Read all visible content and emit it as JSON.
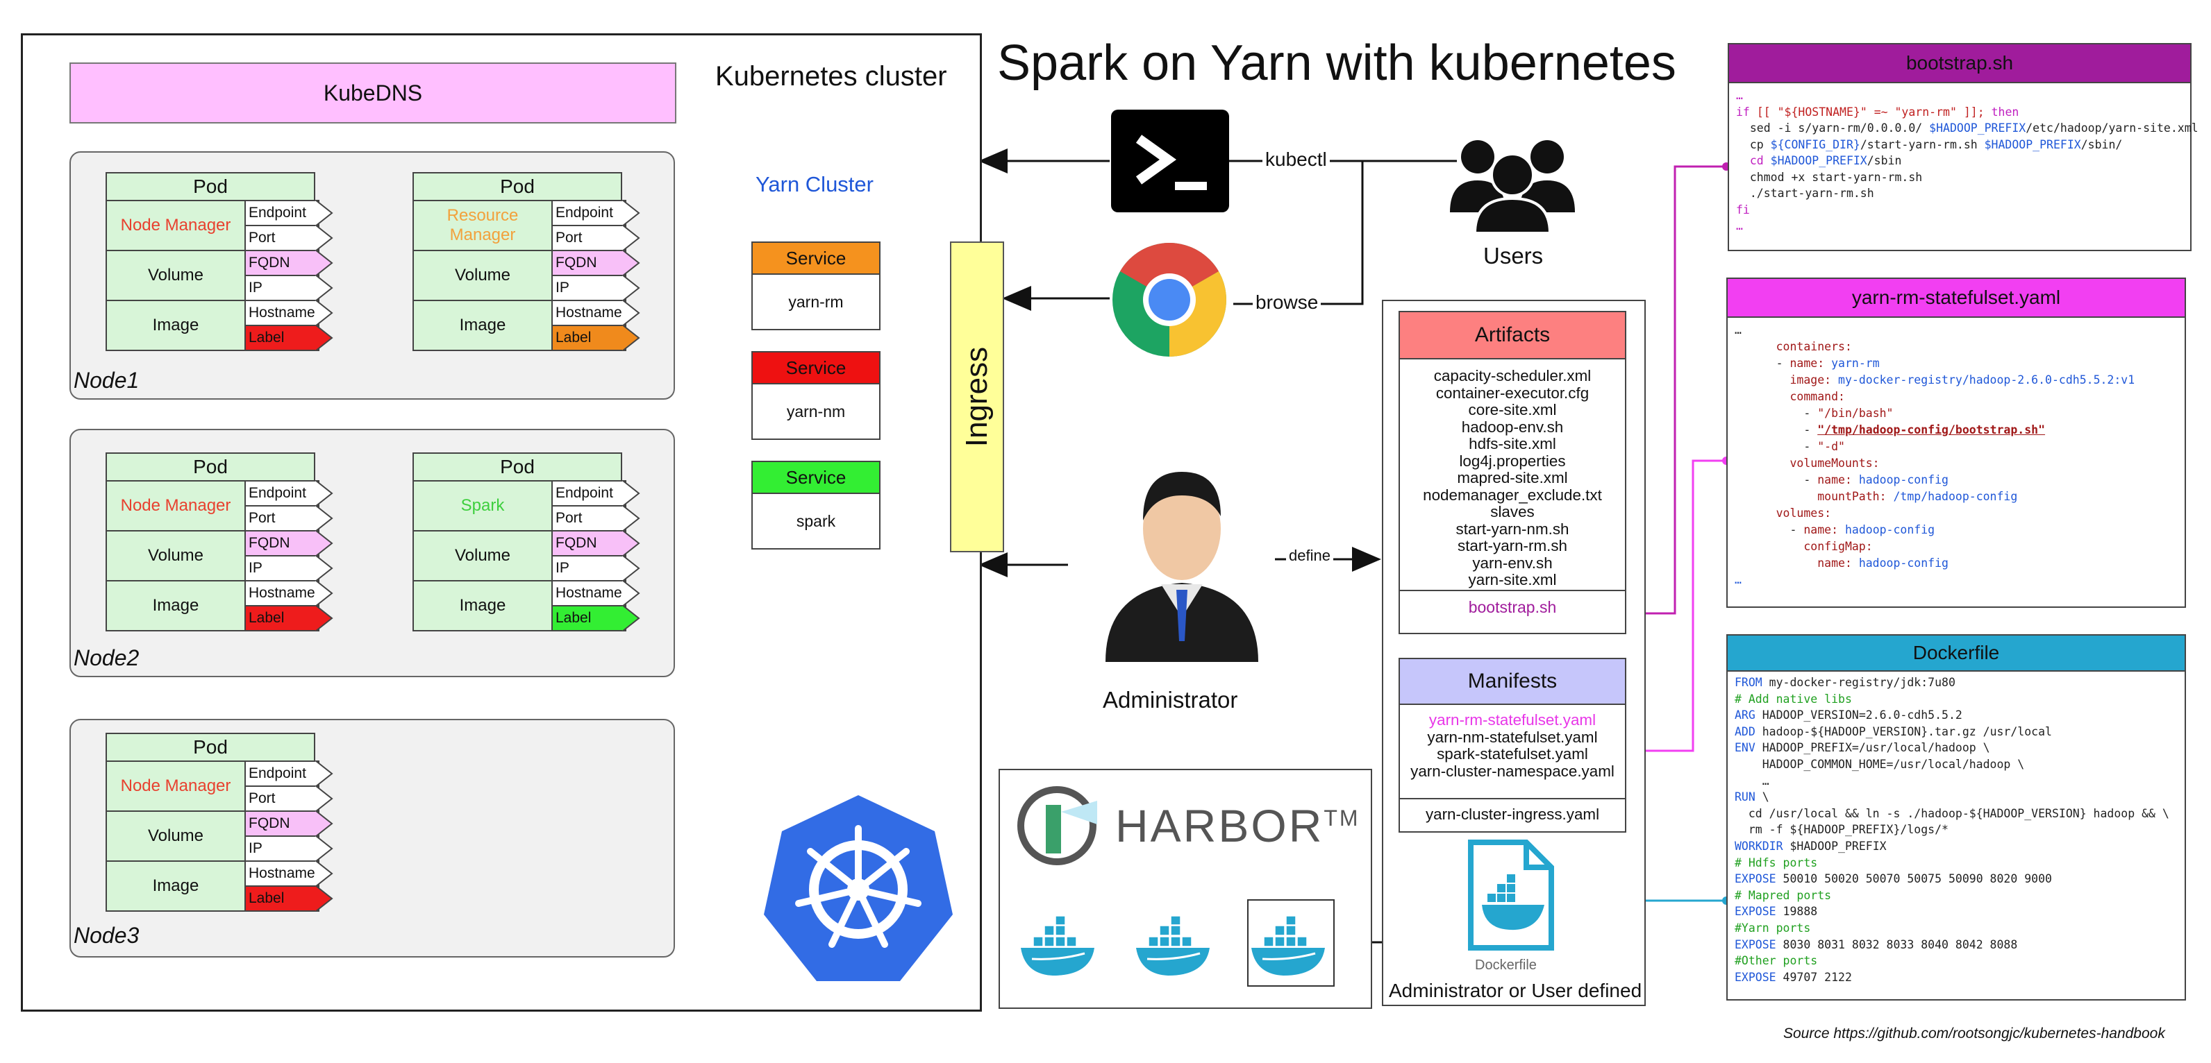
{
  "title": "Spark on Yarn with kubernetes",
  "cluster_label": "Kubernetes cluster",
  "kubedns": "KubeDNS",
  "yarn_cluster": "Yarn Cluster",
  "nodes": [
    "Node1",
    "Node2",
    "Node3"
  ],
  "pods": [
    {
      "title": "Pod",
      "app": "Node Manager",
      "app_color": "#e8412f",
      "label_color": "#ee1c1c"
    },
    {
      "title": "Pod",
      "app": "Resource Manager",
      "app_color": "#f2a13c",
      "label_color": "#f08a1c"
    },
    {
      "title": "Pod",
      "app": "Node Manager",
      "app_color": "#e8412f",
      "label_color": "#ee1c1c"
    },
    {
      "title": "Pod",
      "app": "Spark",
      "app_color": "#3ecf3e",
      "label_color": "#33ee33"
    },
    {
      "title": "Pod",
      "app": "Node Manager",
      "app_color": "#e8412f",
      "label_color": "#ee1c1c"
    }
  ],
  "pod_fields": {
    "endpoint": "Endpoint",
    "port": "Port",
    "fqdn": "FQDN",
    "ip": "IP",
    "hostname": "Hostname",
    "label": "Label",
    "volume": "Volume",
    "image": "Image"
  },
  "services": [
    {
      "head": "Service",
      "name": "yarn-rm",
      "color": "#f5921e"
    },
    {
      "head": "Service",
      "name": "yarn-nm",
      "color": "#ee1111"
    },
    {
      "head": "Service",
      "name": "spark",
      "color": "#33ee33"
    }
  ],
  "ingress": "Ingress",
  "edges": {
    "kubectl": "kubectl",
    "browse": "browse",
    "define": "define"
  },
  "users": "Users",
  "administrator": "Administrator",
  "artifacts": {
    "head": "Artifacts",
    "items": [
      "capacity-scheduler.xml",
      "container-executor.cfg",
      "core-site.xml",
      "hadoop-env.sh",
      "hdfs-site.xml",
      "log4j.properties",
      "mapred-site.xml",
      "nodemanager_exclude.txt",
      "slaves",
      "start-yarn-nm.sh",
      "start-yarn-rm.sh",
      "yarn-env.sh",
      "yarn-site.xml"
    ],
    "bootstrap": "bootstrap.sh"
  },
  "manifests": {
    "head": "Manifests",
    "items": [
      "yarn-rm-statefulset.yaml",
      "yarn-nm-statefulset.yaml",
      "spark-statefulset.yaml",
      "yarn-cluster-namespace.yaml"
    ],
    "ingress": "yarn-cluster-ingress.yaml"
  },
  "harbor": "HARBOR",
  "harbor_tm": "TM",
  "dockerfile_icon": "Dockerfile",
  "admin_or_user": "Administrator or User defined",
  "bootstrap_panel": {
    "title": "bootstrap.sh",
    "lines": [
      [
        {
          "t": "…",
          "c": "#c020c0"
        }
      ],
      [
        {
          "t": "if ",
          "c": "#c020c0"
        },
        {
          "t": "[[ \"${HOSTNAME}\" =~ \"yarn-rm\" ]]; ",
          "c": "#c02020"
        },
        {
          "t": "then",
          "c": "#c020c0"
        }
      ],
      [
        {
          "t": "  sed -i s/yarn-rm/0.0.0.0/ ",
          "c": "#222"
        },
        {
          "t": "$HADOOP_PREFIX",
          "c": "#1f57d8"
        },
        {
          "t": "/etc/hadoop/yarn-site.xml",
          "c": "#222"
        }
      ],
      [
        {
          "t": "  cp ",
          "c": "#222"
        },
        {
          "t": "${CONFIG_DIR}",
          "c": "#1f57d8"
        },
        {
          "t": "/start-yarn-rm.sh ",
          "c": "#222"
        },
        {
          "t": "$HADOOP_PREFIX",
          "c": "#1f57d8"
        },
        {
          "t": "/sbin/",
          "c": "#222"
        }
      ],
      [
        {
          "t": "  cd ",
          "c": "#c020c0"
        },
        {
          "t": "$HADOOP_PREFIX",
          "c": "#1f57d8"
        },
        {
          "t": "/sbin",
          "c": "#222"
        }
      ],
      [
        {
          "t": "  chmod +x start-yarn-rm.sh",
          "c": "#222"
        }
      ],
      [
        {
          "t": "  ./start-yarn-rm.sh",
          "c": "#222"
        }
      ],
      [
        {
          "t": "fi",
          "c": "#c020c0"
        }
      ],
      [
        {
          "t": "…",
          "c": "#c020c0"
        }
      ]
    ]
  },
  "yaml_panel": {
    "title": "yarn-rm-statefulset.yaml",
    "lines": [
      [
        {
          "t": "…",
          "c": "#222"
        }
      ],
      [
        {
          "t": "      containers:",
          "c": "#a01818"
        }
      ],
      [
        {
          "t": "      - ",
          "c": "#222"
        },
        {
          "t": "name: ",
          "c": "#a01818"
        },
        {
          "t": "yarn-rm",
          "c": "#1f57d8"
        }
      ],
      [
        {
          "t": "        image: ",
          "c": "#a01818"
        },
        {
          "t": "my-docker-registry/hadoop-2.6.0-cdh5.5.2:v1",
          "c": "#1f57d8"
        }
      ],
      [
        {
          "t": "        command:",
          "c": "#a01818"
        }
      ],
      [
        {
          "t": "          - ",
          "c": "#222"
        },
        {
          "t": "\"/bin/bash\"",
          "c": "#a01818"
        }
      ],
      [
        {
          "t": "          - ",
          "c": "#222"
        },
        {
          "t": "\"/tmp/hadoop-config/bootstrap.sh\"",
          "c": "#a01818",
          "u": true
        }
      ],
      [
        {
          "t": "          - ",
          "c": "#222"
        },
        {
          "t": "\"-d\"",
          "c": "#a01818"
        }
      ],
      [
        {
          "t": "        volumeMounts:",
          "c": "#a01818"
        }
      ],
      [
        {
          "t": "          - ",
          "c": "#222"
        },
        {
          "t": "name: ",
          "c": "#a01818"
        },
        {
          "t": "hadoop-config",
          "c": "#1f57d8"
        }
      ],
      [
        {
          "t": "            mountPath: ",
          "c": "#a01818"
        },
        {
          "t": "/tmp/hadoop-config",
          "c": "#1f57d8"
        }
      ],
      [
        {
          "t": "      volumes:",
          "c": "#a01818"
        }
      ],
      [
        {
          "t": "        - ",
          "c": "#222"
        },
        {
          "t": "name: ",
          "c": "#a01818"
        },
        {
          "t": "hadoop-config",
          "c": "#1f57d8"
        }
      ],
      [
        {
          "t": "          configMap:",
          "c": "#a01818"
        }
      ],
      [
        {
          "t": "            name: ",
          "c": "#a01818"
        },
        {
          "t": "hadoop-config",
          "c": "#1f57d8"
        }
      ],
      [
        {
          "t": "…",
          "c": "#1f57d8"
        }
      ]
    ]
  },
  "dockerfile_panel": {
    "title": "Dockerfile",
    "lines": [
      [
        {
          "t": "FROM ",
          "c": "#1f57d8"
        },
        {
          "t": "my-docker-registry/jdk:7u80",
          "c": "#222"
        }
      ],
      [
        {
          "t": "# Add native libs",
          "c": "#20a020"
        }
      ],
      [
        {
          "t": "ARG ",
          "c": "#1f57d8"
        },
        {
          "t": "HADOOP_VERSION=2.6.0-cdh5.5.2",
          "c": "#222"
        }
      ],
      [
        {
          "t": "ADD ",
          "c": "#1f57d8"
        },
        {
          "t": "hadoop-${HADOOP_VERSION}.tar.gz /usr/local",
          "c": "#222"
        }
      ],
      [
        {
          "t": "ENV ",
          "c": "#1f57d8"
        },
        {
          "t": "HADOOP_PREFIX=/usr/local/hadoop \\",
          "c": "#222"
        }
      ],
      [
        {
          "t": "    HADOOP_COMMON_HOME=/usr/local/hadoop \\",
          "c": "#222"
        }
      ],
      [
        {
          "t": "    …",
          "c": "#222"
        }
      ],
      [
        {
          "t": "RUN ",
          "c": "#1f57d8"
        },
        {
          "t": "\\",
          "c": "#222"
        }
      ],
      [
        {
          "t": "  cd /usr/local && ln -s ./hadoop-${HADOOP_VERSION} hadoop && \\",
          "c": "#222"
        }
      ],
      [
        {
          "t": "  rm -f ${HADOOP_PREFIX}/logs/*",
          "c": "#222"
        }
      ],
      [
        {
          "t": "WORKDIR ",
          "c": "#1f57d8"
        },
        {
          "t": "$HADOOP_PREFIX",
          "c": "#222"
        }
      ],
      [
        {
          "t": "# Hdfs ports",
          "c": "#20a020"
        }
      ],
      [
        {
          "t": "EXPOSE ",
          "c": "#1f57d8"
        },
        {
          "t": "50010 50020 50070 50075 50090 8020 9000",
          "c": "#222"
        }
      ],
      [
        {
          "t": "# Mapred ports",
          "c": "#20a020"
        }
      ],
      [
        {
          "t": "EXPOSE ",
          "c": "#1f57d8"
        },
        {
          "t": "19888",
          "c": "#222"
        }
      ],
      [
        {
          "t": "#Yarn ports",
          "c": "#20a020"
        }
      ],
      [
        {
          "t": "EXPOSE ",
          "c": "#1f57d8"
        },
        {
          "t": "8030 8031 8032 8033 8040 8042 8088",
          "c": "#222"
        }
      ],
      [
        {
          "t": "#Other ports",
          "c": "#20a020"
        }
      ],
      [
        {
          "t": "EXPOSE ",
          "c": "#1f57d8"
        },
        {
          "t": "49707 2122",
          "c": "#222"
        }
      ]
    ]
  },
  "source": "Source https://github.com/rootsongjc/kubernetes-handbook",
  "colors": {
    "kubedns": "#ffbfff",
    "fqdn": "#f8c0f8",
    "pod": "#d8f5d8",
    "ingress": "#ffff99",
    "bootstrap_head": "#a01c9c",
    "yaml_head": "#f23ff2",
    "docker_head": "#25a6cf",
    "artifacts_head": "#fd8080",
    "manifests_head": "#c6c6fb",
    "yarn": "#1f57d8"
  }
}
